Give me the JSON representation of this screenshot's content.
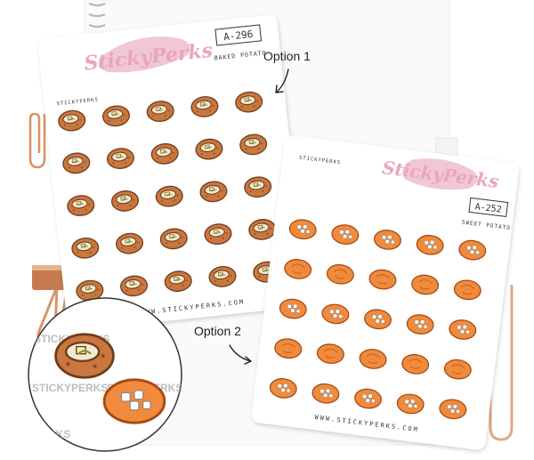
{
  "sheet1": {
    "brand": "StickyPerks",
    "code": "A-296",
    "name": "BAKED POTATO",
    "handle": "STICKYPERKS",
    "website": "WWW.STICKYPERKS.COM"
  },
  "sheet2": {
    "brand": "StickyPerks",
    "code": "A-252",
    "name": "SWEET POTATO",
    "handle": "STICKYPERKS",
    "website": "WWW.STICKYPERKS.COM"
  },
  "callouts": {
    "option1": "Option 1",
    "option2": "Option 2"
  },
  "zoom_watermark": {
    "line1": "STICKYPERKS",
    "line2": "STICKYPERKS",
    "line3": "STICKYPERKS",
    "line4": "PERKS"
  },
  "colors": {
    "baked_potato": "#c9773e",
    "sweet_potato": "#f08a3c",
    "brand_pink": "#f2c7d4",
    "copper": "#d9926a"
  }
}
